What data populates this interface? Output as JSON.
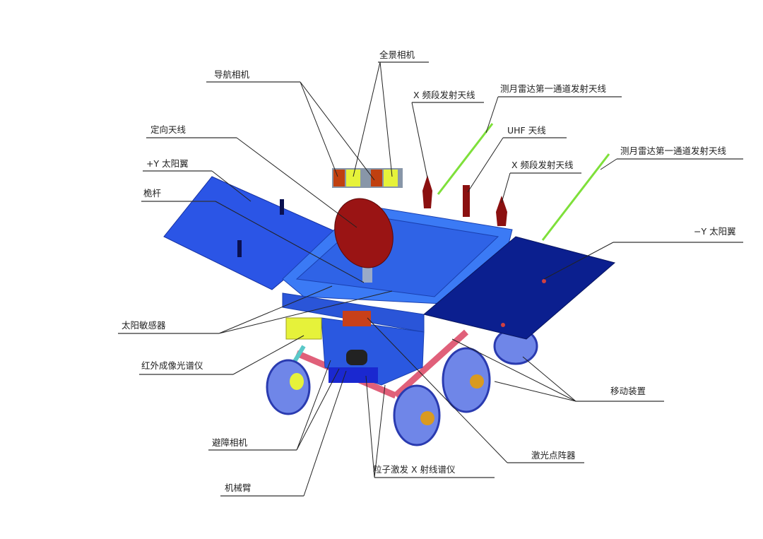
{
  "colors": {
    "panel": "#2b55e6",
    "panel_dark": "#0b1f8f",
    "body": "#2f6ff0",
    "dish": "#9a1414",
    "antenna_red": "#8b1010",
    "radar_green": "#7ee03a",
    "wheel": "#6f86e8",
    "yellow": "#e6f23a",
    "rocker": "#e0607a"
  },
  "labels": {
    "panoramic_camera": "全景相机",
    "navigation_camera": "导航相机",
    "x_band_antenna_1": "X 频段发射天线",
    "radar_antenna_1": "测月雷达第一通道发射天线",
    "directional_antenna": "定向天线",
    "uhf_antenna": "UHF 天线",
    "plus_y_solar_wing": "+Y 太阳翼",
    "x_band_antenna_2": "X 频段发射天线",
    "radar_antenna_2": "测月雷达第一通道发射天线",
    "mast": "桅杆",
    "minus_y_solar_wing": "−Y 太阳翼",
    "sun_sensor": "太阳敏感器",
    "infrared_spectrometer": "红外成像光谱仪",
    "mobility_system": "移动装置",
    "hazard_camera": "避障相机",
    "laser_dot_matrix": "激光点阵器",
    "apxs": "粒子激发 X 射线谱仪",
    "robotic_arm": "机械臂"
  }
}
